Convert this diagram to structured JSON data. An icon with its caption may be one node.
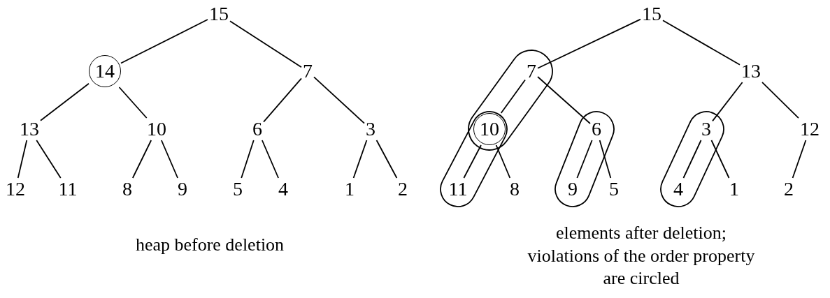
{
  "diagram": {
    "nodes": [
      {
        "text": [
          "15"
        ]
      },
      {
        "text": [
          "14"
        ]
      },
      {
        "text": [
          "7"
        ]
      },
      {
        "text": [
          "13"
        ]
      },
      {
        "text": [
          "10"
        ]
      },
      {
        "text": [
          "6"
        ]
      },
      {
        "text": [
          "3"
        ]
      },
      {
        "text": [
          "12"
        ]
      },
      {
        "text": [
          "11"
        ]
      },
      {
        "text": [
          "8"
        ]
      },
      {
        "text": [
          "9"
        ]
      },
      {
        "text": [
          "5"
        ]
      },
      {
        "text": [
          "4"
        ]
      },
      {
        "text": [
          "1"
        ]
      },
      {
        "text": [
          "2"
        ]
      },
      {
        "text": [
          "15"
        ]
      },
      {
        "text": [
          "7"
        ]
      },
      {
        "text": [
          "13"
        ]
      },
      {
        "text": [
          "10"
        ]
      },
      {
        "text": [
          "6"
        ]
      },
      {
        "text": [
          "3"
        ]
      },
      {
        "text": [
          "12"
        ]
      },
      {
        "text": [
          "11"
        ]
      },
      {
        "text": [
          "8"
        ]
      },
      {
        "text": [
          "9"
        ]
      },
      {
        "text": [
          "5"
        ]
      },
      {
        "text": [
          "4"
        ]
      },
      {
        "text": [
          "1"
        ]
      },
      {
        "text": [
          "2"
        ]
      }
    ],
    "edges": [
      {
        "from": 0,
        "to": 1,
        "arrow": "none"
      },
      {
        "from": 0,
        "to": 2,
        "arrow": "none"
      },
      {
        "from": 1,
        "to": 3,
        "arrow": "none"
      },
      {
        "from": 1,
        "to": 4,
        "arrow": "none"
      },
      {
        "from": 2,
        "to": 5,
        "arrow": "none"
      },
      {
        "from": 2,
        "to": 6,
        "arrow": "none"
      },
      {
        "from": 3,
        "to": 7,
        "arrow": "none"
      },
      {
        "from": 3,
        "to": 8,
        "arrow": "none"
      },
      {
        "from": 4,
        "to": 9,
        "arrow": "none"
      },
      {
        "from": 4,
        "to": 10,
        "arrow": "none"
      },
      {
        "from": 5,
        "to": 11,
        "arrow": "none"
      },
      {
        "from": 5,
        "to": 12,
        "arrow": "none"
      },
      {
        "from": 6,
        "to": 13,
        "arrow": "none"
      },
      {
        "from": 6,
        "to": 14,
        "arrow": "none"
      },
      {
        "from": 15,
        "to": 16,
        "arrow": "none"
      },
      {
        "from": 15,
        "to": 17,
        "arrow": "none"
      },
      {
        "from": 16,
        "to": 18,
        "arrow": "none"
      },
      {
        "from": 16,
        "to": 19,
        "arrow": "none"
      },
      {
        "from": 17,
        "to": 20,
        "arrow": "none"
      },
      {
        "from": 17,
        "to": 21,
        "arrow": "none"
      },
      {
        "from": 18,
        "to": 22,
        "arrow": "none"
      },
      {
        "from": 18,
        "to": 23,
        "arrow": "none"
      },
      {
        "from": 19,
        "to": 24,
        "arrow": "none"
      },
      {
        "from": 19,
        "to": 25,
        "arrow": "none"
      },
      {
        "from": 20,
        "to": 26,
        "arrow": "none"
      },
      {
        "from": 20,
        "to": 27,
        "arrow": "none"
      },
      {
        "from": 21,
        "to": 28,
        "arrow": "none"
      }
    ],
    "labels": [
      "heap before deletion",
      "elements after deletion; violations of the order property are circled"
    ]
  }
}
